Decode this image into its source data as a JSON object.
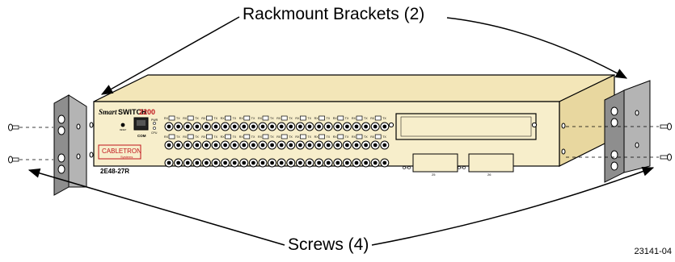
{
  "labels": {
    "brackets": "Rackmount Brackets (2)",
    "screws": "Screws (4)",
    "figure_number": "23141-04"
  },
  "device": {
    "brand_smart": "Smart",
    "brand_switch": "SWITCH",
    "brand_model": "2200",
    "logo_name": "CABLETRON",
    "logo_sub": "Systems",
    "model": "2E48-27R",
    "com_label": "COM",
    "led_pwr": "PWR",
    "led_cpu": "CPU",
    "reset_label": "RESET",
    "port_rx": "RX",
    "port_tx": "TX",
    "slot_left": "25",
    "slot_right": "26"
  },
  "colors": {
    "chassis_front": "#f7eecb",
    "chassis_top": "#f3e6b8",
    "chassis_side": "#e8d79f",
    "bracket": "#b4b4b4",
    "bracket_side": "#8e8e8e",
    "outline": "#000000",
    "logo_red": "#c0141b"
  }
}
